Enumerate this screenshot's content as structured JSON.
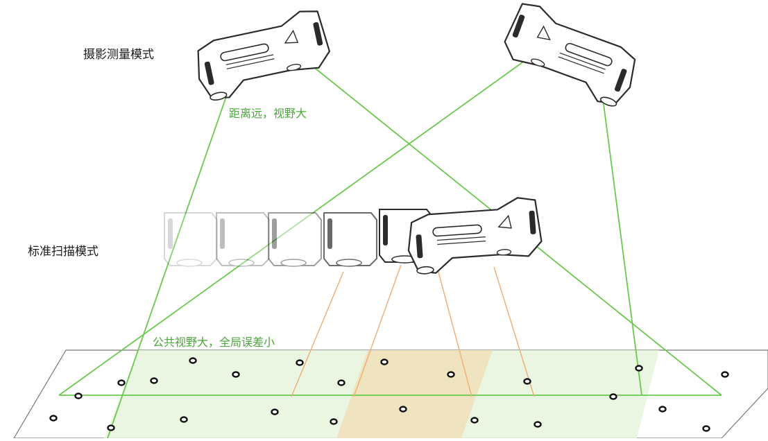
{
  "labels": {
    "photogrammetry_mode": "摄影测量模式",
    "standard_scan_mode": "标准扫描模式",
    "far_distance": "距离远，视野大",
    "common_view": "公共视野大，全局误差小"
  },
  "colors": {
    "green_line": "#69c94e",
    "orange_line": "#f0b07a",
    "green_fill": "#e6f4dc",
    "orange_fill": "#efe2bb",
    "label_green": "#4aa63a",
    "scanner_stroke": "#2b2b2b",
    "target_ring": "#111111"
  },
  "icons": [
    "handheld-3d-scanner-icon",
    "target-marker-icon"
  ]
}
